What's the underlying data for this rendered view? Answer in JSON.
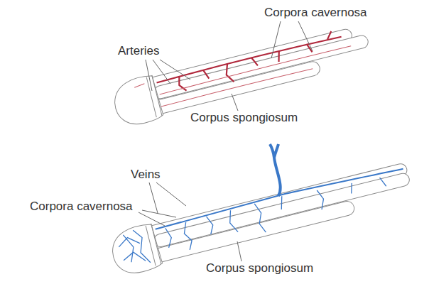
{
  "diagram": {
    "labels": [
      "Corpora cavernosa",
      "Arteries",
      "Corpus spongiosum",
      "Veins",
      "Corpora cavernosa",
      "Corpus spongiosum"
    ]
  }
}
